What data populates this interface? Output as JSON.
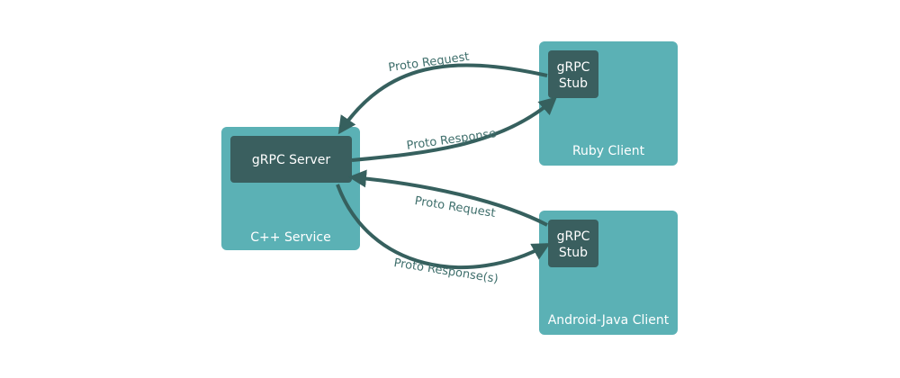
{
  "colors": {
    "container": "#5bb1b5",
    "inner": "#3a5f5f",
    "arrow": "#36605e",
    "edge_text": "#3f6f6c"
  },
  "nodes": {
    "cpp_service": {
      "label": "C++ Service",
      "inner_label": "gRPC Server"
    },
    "ruby_client": {
      "label": "Ruby Client",
      "stub_line1": "gRPC",
      "stub_line2": "Stub"
    },
    "android_client": {
      "label": "Android-Java Client",
      "stub_line1": "gRPC",
      "stub_line2": "Stub"
    }
  },
  "edges": {
    "ruby_request": {
      "label": "Proto Request"
    },
    "ruby_response": {
      "label": "Proto Response"
    },
    "android_request": {
      "label": "Proto Request"
    },
    "android_response": {
      "label": "Proto Response(s)"
    }
  }
}
